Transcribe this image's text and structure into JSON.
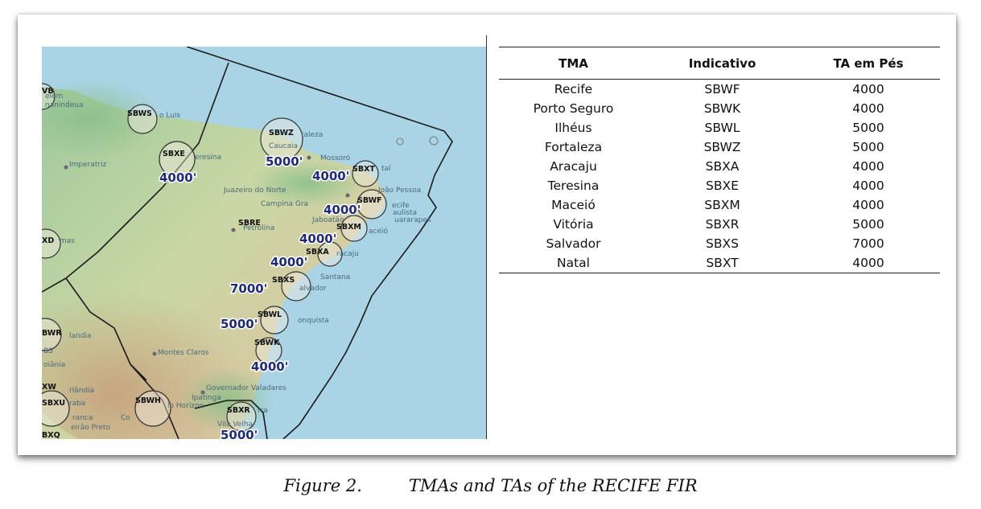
{
  "table": {
    "headers": [
      "TMA",
      "Indicativo",
      "TA em Pés"
    ],
    "rows": [
      [
        "Recife",
        "SBWF",
        "4000"
      ],
      [
        "Porto Seguro",
        "SBWK",
        "4000"
      ],
      [
        "Ilhéus",
        "SBWL",
        "5000"
      ],
      [
        "Fortaleza",
        "SBWZ",
        "5000"
      ],
      [
        "Aracaju",
        "SBXA",
        "4000"
      ],
      [
        "Teresina",
        "SBXE",
        "4000"
      ],
      [
        "Maceió",
        "SBXM",
        "4000"
      ],
      [
        "Vitória",
        "SBXR",
        "5000"
      ],
      [
        "Salvador",
        "SBXS",
        "7000"
      ],
      [
        "Natal",
        "SBXT",
        "4000"
      ]
    ]
  },
  "caption": {
    "number": "Figure 2.",
    "text": "TMAs and TAs of the RECIFE FIR"
  },
  "map": {
    "tma_codes": {
      "sbws": "SBWS",
      "sbwz": "SBWZ",
      "sbxe": "SBXE",
      "sbxt": "SBXT",
      "sbwf": "SBWF",
      "sbre": "SBRE",
      "sbxm": "SBXM",
      "sbxa": "SBXA",
      "sbxs": "SBXS",
      "sbwl": "SBWL",
      "sbwk": "SBWK",
      "sbwh": "SBWH",
      "sbxr": "SBXR",
      "sbxu": "SBXU",
      "bwr": "BWR",
      "xw": "XW",
      "xd": "XD",
      "bxq": "BXQ",
      "vb": "VB"
    },
    "ta_labels": {
      "sbxe": "4000'",
      "sbwz": "5000'",
      "sbxt": "4000'",
      "sbwf": "4000'",
      "sbxm": "4000'",
      "sbxa": "4000'",
      "sbxs": "7000'",
      "sbwl": "5000'",
      "sbwk": "4000'",
      "sbxr": "5000'"
    },
    "cities": {
      "belem": "elém",
      "ananindeua": "nanindeua",
      "sao_luis": "o Luís",
      "imperatriz": "Imperatriz",
      "teresina": "eresina",
      "fortaleza": "taleza",
      "caucaia": "Caucaia",
      "mossoro": "Mossoró",
      "natal": "tal",
      "juazeiro": "Juazeiro do Norte",
      "campina": "Campina Gra",
      "joao_pessoa": "João Pessoa",
      "recife": "ecife",
      "paulista": "aulista",
      "jaboatao": "Jaboatão",
      "guararapes": "uararapes",
      "maceio": "aceió",
      "petrolina": "Petrolina",
      "aracaju": "racaju",
      "santana": "Santana",
      "salvador": "alvador",
      "conquista": "onquista",
      "montes_claros": "Montes Claros",
      "uberlandia": "rlândia",
      "uberaba": "raba",
      "franca": "ranca",
      "ribeirao": "eirão Preto",
      "governador": "Governador Valadares",
      "ipatinga": "Ipatinga",
      "belo_horizonte": "lo Horizon",
      "serra": "rra",
      "vila_velha": "Vila Velha",
      "uberlandia2": "landia",
      "bs": "BS",
      "goiania": "oiânia",
      "xdmas": "mas",
      "co": "Co"
    }
  }
}
